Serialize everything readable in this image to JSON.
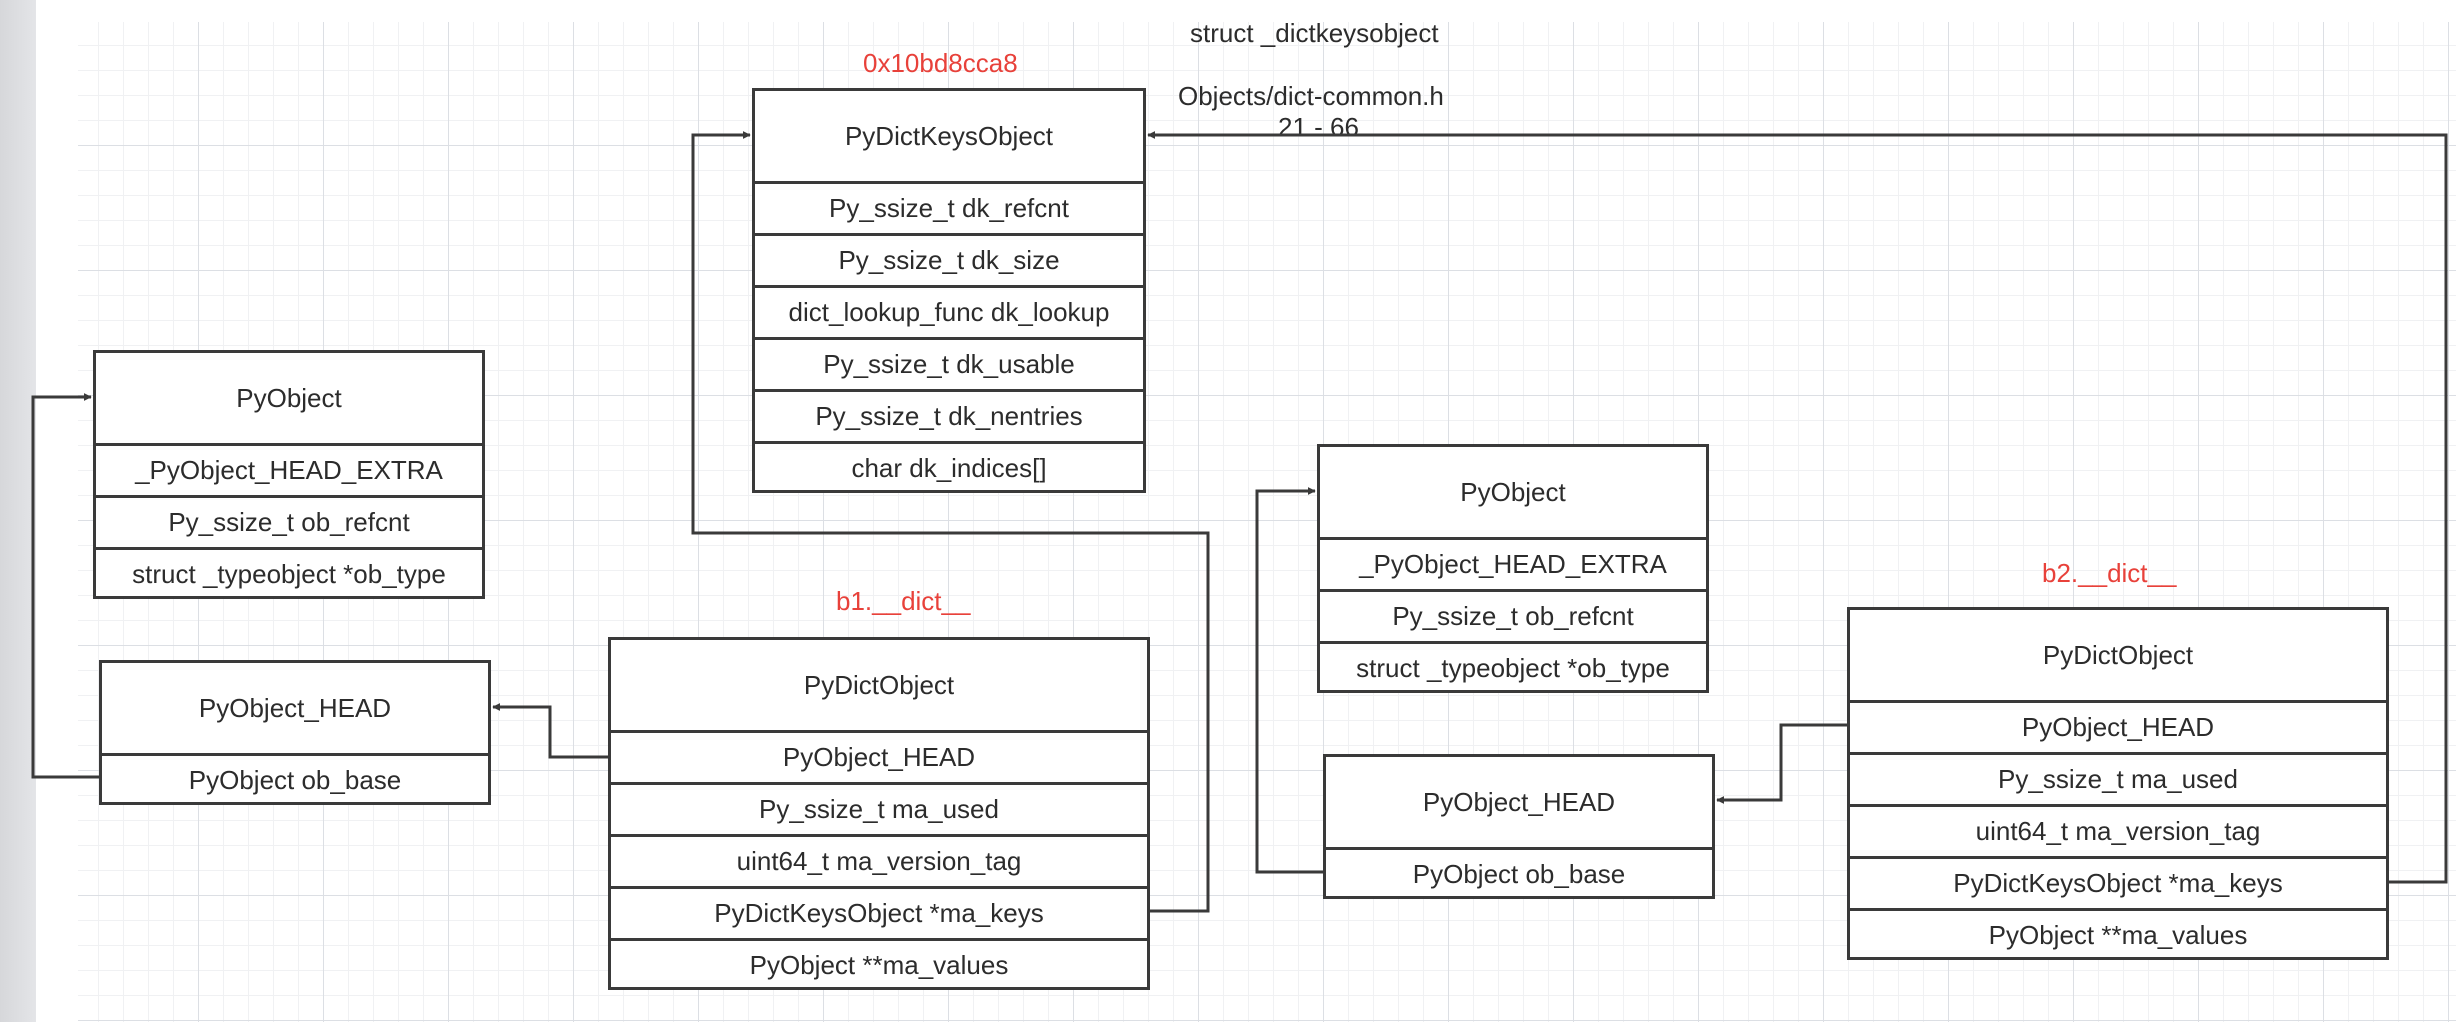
{
  "labels": {
    "keys_address": "0x10bd8cca8",
    "struct_title": "struct _dictkeysobject",
    "source_file": "Objects/dict-common.h",
    "source_lines": "21 - 66",
    "b1_dict": "b1.__dict__",
    "b2_dict": "b2.__dict__"
  },
  "boxes": {
    "keys_object": {
      "title": "PyDictKeysObject",
      "fields": [
        "Py_ssize_t dk_refcnt",
        "Py_ssize_t dk_size",
        "dict_lookup_func dk_lookup",
        "Py_ssize_t dk_usable",
        "Py_ssize_t dk_nentries",
        "char dk_indices[]"
      ]
    },
    "pyobject_left": {
      "title": "PyObject",
      "fields": [
        "_PyObject_HEAD_EXTRA",
        "Py_ssize_t ob_refcnt",
        "struct _typeobject *ob_type"
      ]
    },
    "head_left": {
      "title": "PyObject_HEAD",
      "fields": [
        "PyObject ob_base"
      ]
    },
    "dict_b1": {
      "title": "PyDictObject",
      "fields": [
        "PyObject_HEAD",
        "Py_ssize_t ma_used",
        "uint64_t ma_version_tag",
        "PyDictKeysObject *ma_keys",
        "PyObject **ma_values"
      ]
    },
    "pyobject_right": {
      "title": "PyObject",
      "fields": [
        "_PyObject_HEAD_EXTRA",
        "Py_ssize_t ob_refcnt",
        "struct _typeobject *ob_type"
      ]
    },
    "head_right": {
      "title": "PyObject_HEAD",
      "fields": [
        "PyObject ob_base"
      ]
    },
    "dict_b2": {
      "title": "PyDictObject",
      "fields": [
        "PyObject_HEAD",
        "Py_ssize_t ma_used",
        "uint64_t ma_version_tag",
        "PyDictKeysObject *ma_keys",
        "PyObject **ma_values"
      ]
    }
  },
  "colors": {
    "line": "#3a3a3a",
    "annotation_red": "#e8413a"
  }
}
